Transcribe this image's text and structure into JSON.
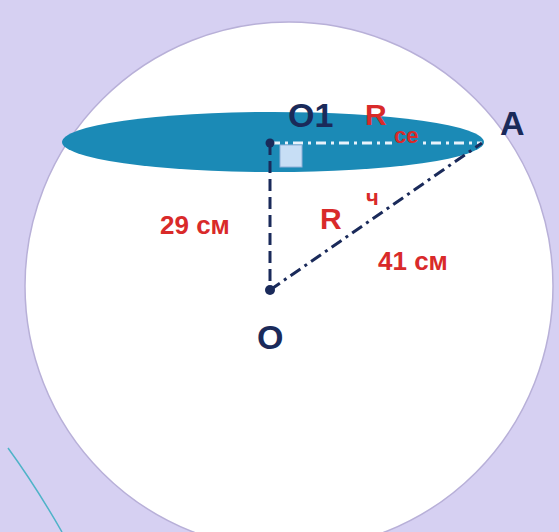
{
  "diagram": {
    "labels": [
      "O1",
      "R",
      "се",
      "A",
      "29 см",
      "R",
      "ч",
      "41 см",
      "O"
    ]
  }
}
